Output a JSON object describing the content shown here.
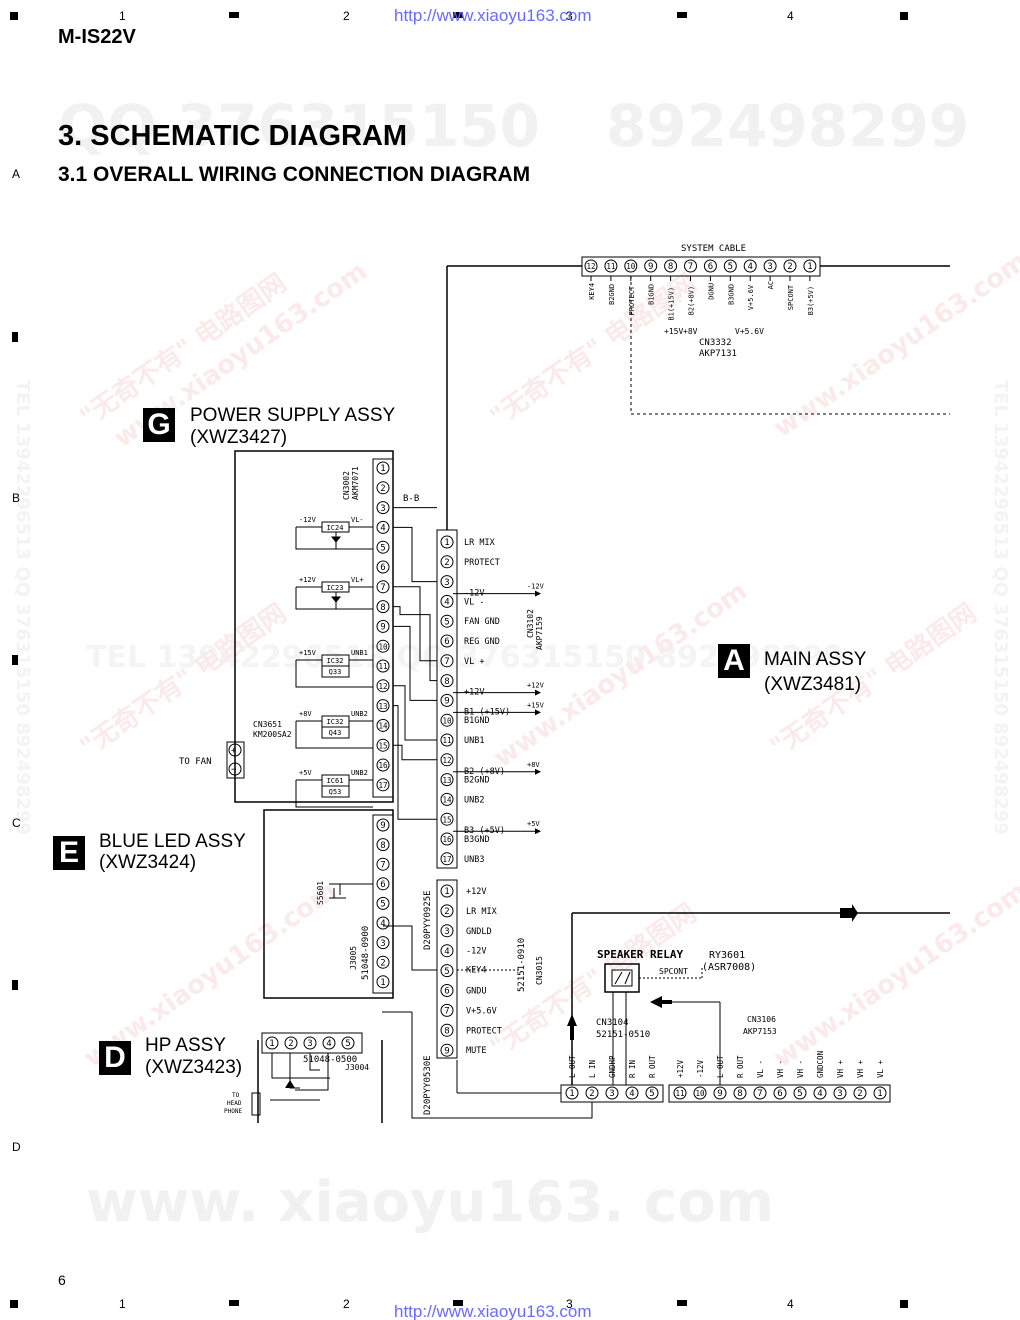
{
  "header": {
    "model": "M-IS22V",
    "url": "http://www.xiaoyu163.com",
    "title": "3. SCHEMATIC DIAGRAM",
    "subtitle": "3.1  OVERALL WIRING CONNECTION DIAGRAM",
    "page_number": "6"
  },
  "ruler": {
    "columns": [
      "1",
      "2",
      "3",
      "4"
    ],
    "rows": [
      "A",
      "B",
      "C",
      "D"
    ]
  },
  "watermarks": {
    "qq_top": "QQ 376315150",
    "num_top": "892498299",
    "bottom": "www. xiaoyu163. com",
    "mid": "TEL 13942296513  QQ 376315150  892498299",
    "side": "TEL 13942296513  QQ 376315150  892498299",
    "cn_a": "\"无奇不有\" 电路图网",
    "cn_b": "www.xiaoyu163.com"
  },
  "assemblies": {
    "power_supply": {
      "letter": "G",
      "name": "POWER SUPPLY ASSY",
      "code": "(XWZ3427)"
    },
    "main": {
      "letter": "A",
      "name": "MAIN ASSY",
      "code": "(XWZ3481)"
    },
    "blue_led": {
      "letter": "E",
      "name": "BLUE LED ASSY",
      "code": "(XWZ3424)"
    },
    "hp": {
      "letter": "D",
      "name": "HP ASSY",
      "code": "(XWZ3423)"
    }
  },
  "system_cable": {
    "title": "SYSTEM CABLE",
    "pins": [
      "12",
      "11",
      "10",
      "9",
      "8",
      "7",
      "6",
      "5",
      "4",
      "3",
      "2",
      "1"
    ],
    "labels": [
      "KEY4",
      "B2GND",
      "PROTECT",
      "B1GND",
      "B1(+15V)",
      "B2(+8V)",
      "DGNU",
      "B3GND",
      "V+5.6V",
      "AC",
      "SPCONT",
      "B3(+5V)"
    ],
    "bottom_labels": [
      "+15V",
      "+8V",
      "V+5.6V"
    ],
    "connector": "CN3332",
    "part": "AKP7131"
  },
  "power_supply_connector": {
    "id": "CN3002",
    "part": "AKM7071",
    "pins": [
      "1",
      "2",
      "3",
      "4",
      "5",
      "6",
      "7",
      "8",
      "9",
      "10",
      "11",
      "12",
      "13",
      "14",
      "15",
      "16",
      "17"
    ],
    "bb_label": "B-B"
  },
  "regulators": [
    {
      "ic": "IC24",
      "in": "-12V",
      "out": "VL-"
    },
    {
      "ic": "IC23",
      "in": "+12V",
      "out": "VL+"
    },
    {
      "ic": "IC32",
      "q": "Q33",
      "in": "+15V",
      "out": "UNB1"
    },
    {
      "ic": "IC32",
      "q": "Q43",
      "in": "+8V",
      "out": "UNB2"
    },
    {
      "ic": "IC61",
      "q": "Q53",
      "in": "+5V",
      "out": "UNB2"
    }
  ],
  "fan": {
    "connector": "CN3651",
    "part": "KM200SA2",
    "label": "TO FAN"
  },
  "main_connector": {
    "id": "CN3102",
    "part": "AKP7159",
    "pins": [
      {
        "n": "1",
        "label": "LR MIX"
      },
      {
        "n": "2",
        "label": "PROTECT"
      },
      {
        "n": "3",
        "label": "-12V",
        "ext": "-12V"
      },
      {
        "n": "4",
        "label": "VL -"
      },
      {
        "n": "5",
        "label": "FAN GND"
      },
      {
        "n": "6",
        "label": "REG GND"
      },
      {
        "n": "7",
        "label": "VL +"
      },
      {
        "n": "8",
        "label": "+12V",
        "ext": "+12V"
      },
      {
        "n": "9",
        "label": "B1 (+15V)",
        "ext": "+15V"
      },
      {
        "n": "10",
        "label": "B1GND"
      },
      {
        "n": "11",
        "label": "UNB1"
      },
      {
        "n": "12",
        "label": "B2 (+8V)",
        "ext": "+8V"
      },
      {
        "n": "13",
        "label": "B2GND"
      },
      {
        "n": "14",
        "label": "UNB2"
      },
      {
        "n": "15",
        "label": "B3 (+5V)",
        "ext": "+5V"
      },
      {
        "n": "16",
        "label": "B3GND"
      },
      {
        "n": "17",
        "label": "UNB3"
      }
    ]
  },
  "cable_labels": {
    "upper": "D20PYY0925E",
    "lower": "D20PYY0530E"
  },
  "blue_led_connector": {
    "id": "J3005",
    "part": "51048-0900",
    "switch": "S5601",
    "pins": [
      "9",
      "8",
      "7",
      "6",
      "5",
      "4",
      "3",
      "2",
      "1"
    ]
  },
  "cn3015": {
    "id": "CN3015",
    "part": "52151-0910",
    "pins": [
      {
        "n": "1",
        "label": "+12V"
      },
      {
        "n": "2",
        "label": "LR MIX"
      },
      {
        "n": "3",
        "label": "GNDLD"
      },
      {
        "n": "4",
        "label": "-12V"
      },
      {
        "n": "5",
        "label": "KEY4"
      },
      {
        "n": "6",
        "label": "GNDU"
      },
      {
        "n": "7",
        "label": "V+5.6V"
      },
      {
        "n": "8",
        "label": "PROTECT"
      },
      {
        "n": "9",
        "label": "MUTE"
      }
    ]
  },
  "hp_connector": {
    "id": "J3004",
    "part": "51048-0500",
    "pins": [
      "1",
      "2",
      "3",
      "4",
      "5"
    ],
    "phone_label": [
      "TO",
      "HEAD",
      "PHONE"
    ]
  },
  "speaker_relay": {
    "title": "SPEAKER RELAY",
    "ry": "RY3601",
    "part": "(ASR7008)",
    "signal": "SPCONT"
  },
  "cn3104": {
    "id": "CN3104",
    "part": "52151-0510",
    "pins": [
      "1",
      "2",
      "3",
      "4",
      "5"
    ],
    "labels": [
      "L OUT",
      "L IN",
      "GNDHP",
      "R IN",
      "R OUT"
    ]
  },
  "cn3106": {
    "id": "CN3106",
    "part": "AKP7153",
    "pins": [
      "11",
      "10",
      "9",
      "8",
      "7",
      "6",
      "5",
      "4",
      "3",
      "2",
      "1"
    ],
    "labels": [
      "+12V",
      "-12V",
      "L OUT",
      "R OUT",
      "VL -",
      "VH -",
      "VH -",
      "GNDCON",
      "VH +",
      "VH +",
      "VL +"
    ]
  }
}
